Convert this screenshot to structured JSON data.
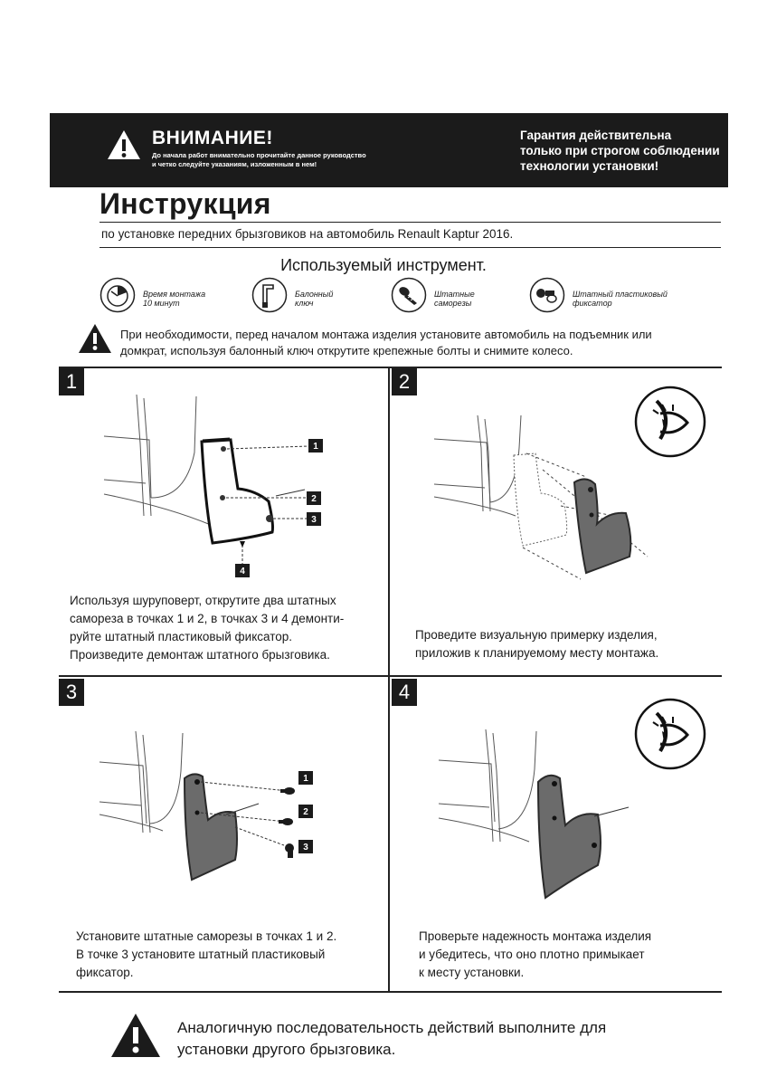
{
  "banner": {
    "warning_title": "ВНИМАНИЕ!",
    "warning_subtitle": "До начала работ внимательно прочитайте данное руководство и четко следуйте указаниям, изложенным в нем!",
    "guarantee_line1": "Гарантия действительна",
    "guarantee_line2": "только при строгом соблюдении",
    "guarantee_line3": "технологии установки!"
  },
  "title": "Инструкция",
  "subtitle": "по установке передних брызговиков на автомобиль Renault Kaptur 2016.",
  "tools": {
    "heading": "Используемый инструмент.",
    "items": [
      {
        "icon": "clock-icon",
        "line1": "Время монтажа",
        "line2": "10 минут"
      },
      {
        "icon": "wrench-icon",
        "line1": "Балонный",
        "line2": "ключ"
      },
      {
        "icon": "screw-icon",
        "line1": "Штатные",
        "line2": "саморезы"
      },
      {
        "icon": "clip-icon",
        "line1": "Штатный пластиковый",
        "line2": "фиксатор"
      }
    ]
  },
  "notice": {
    "line1": "При необходимости, перед началом монтажа изделия установите автомобиль  на подъемник или",
    "line2": "домкрат,  используя балонный ключ открутите крепежные болты и снимите колесо."
  },
  "steps": [
    {
      "number": "1",
      "lines": [
        "Используя шуруповерт, открутите два штатных",
        "самореза в точках 1 и 2, в точках 3 и 4 демонти-",
        "руйте штатный пластиковый фиксатор.",
        "Произведите демонтаж штатного брызговика."
      ],
      "callouts": [
        "1",
        "2",
        "3",
        "4"
      ]
    },
    {
      "number": "2",
      "lines": [
        "Проведите визуальную примерку изделия,",
        "приложив к планируемому месту монтажа."
      ],
      "callouts": []
    },
    {
      "number": "3",
      "lines": [
        "Установите штатные саморезы в точках 1 и 2.",
        "В точке 3 установите штатный пластиковый",
        "фиксатор."
      ],
      "callouts": [
        "1",
        "2",
        "3"
      ]
    },
    {
      "number": "4",
      "lines": [
        "Проверьте надежность монтажа изделия",
        "и убедитесь, что оно плотно примыкает",
        "к месту установки."
      ],
      "callouts": []
    }
  ],
  "footer": {
    "line1": "Аналогичную последовательность действий выполните для",
    "line2": "установки другого брызговика."
  }
}
